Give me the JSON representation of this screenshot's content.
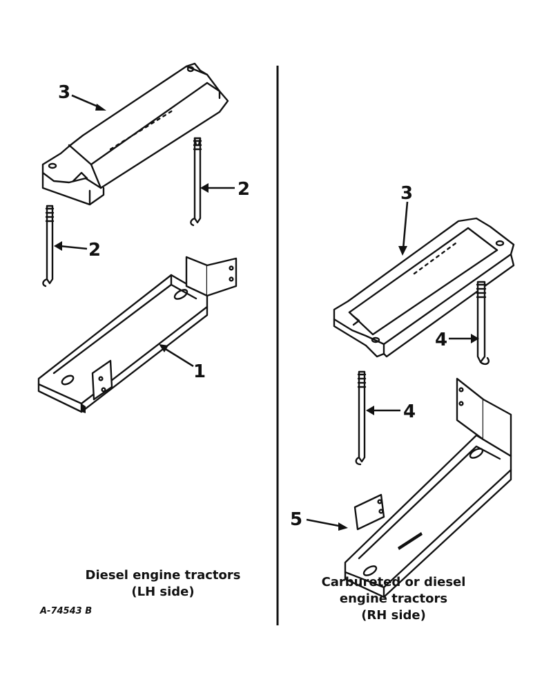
{
  "callouts": {
    "lh_cover": "3",
    "lh_rod_right": "2",
    "lh_rod_left": "2",
    "lh_tray": "1",
    "rh_cover": "3",
    "rh_rod_right": "4",
    "rh_rod_left": "4",
    "rh_tray": "5"
  },
  "captions": {
    "lh_line1": "Diesel engine tractors",
    "lh_line2": "(LH side)",
    "rh_line1": "Carbureted or diesel",
    "rh_line2": "engine tractors",
    "rh_line3": "(RH side)"
  },
  "figure_id": "A-74543 B",
  "colors": {
    "ink": "#111111",
    "paper": "#ffffff"
  }
}
